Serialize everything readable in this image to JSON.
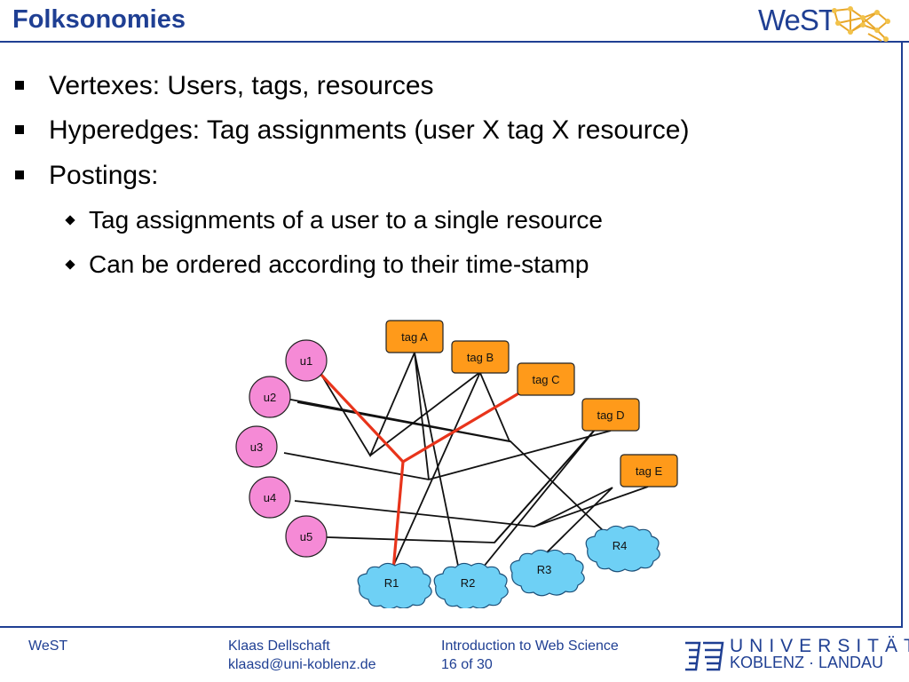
{
  "title": "Folksonomies",
  "logo_text": "WeST",
  "bullets": [
    {
      "level": 1,
      "text": "Vertexes: Users, tags, resources"
    },
    {
      "level": 1,
      "text": "Hyperedges: Tag assignments (user X tag X resource)"
    },
    {
      "level": 1,
      "text": "Postings:"
    },
    {
      "level": 2,
      "text": "Tag assignments of a user to a single resource"
    },
    {
      "level": 2,
      "text": "Can be ordered according to their time-stamp"
    }
  ],
  "diagram": {
    "colors": {
      "user": "#f58ad6",
      "tag": "#ff9a1a",
      "resource": "#6ed0f5",
      "edge": "#111111",
      "highlight": "#e8341b"
    },
    "users": [
      "u1",
      "u2",
      "u3",
      "u4",
      "u5"
    ],
    "tags": [
      "tag A",
      "tag B",
      "tag C",
      "tag D",
      "tag E"
    ],
    "resources": [
      "R1",
      "R2",
      "R3",
      "R4"
    ]
  },
  "footer": {
    "org": "WeST",
    "author": "Klaas Dellschaft",
    "email": "klaasd@uni-koblenz.de",
    "course": "Introduction to Web Science",
    "page": "16 of 30"
  },
  "university": {
    "line1": "UNIVERSITÄT",
    "line2": "KOBLENZ · LANDAU"
  },
  "accent_color": "#1f3f93"
}
